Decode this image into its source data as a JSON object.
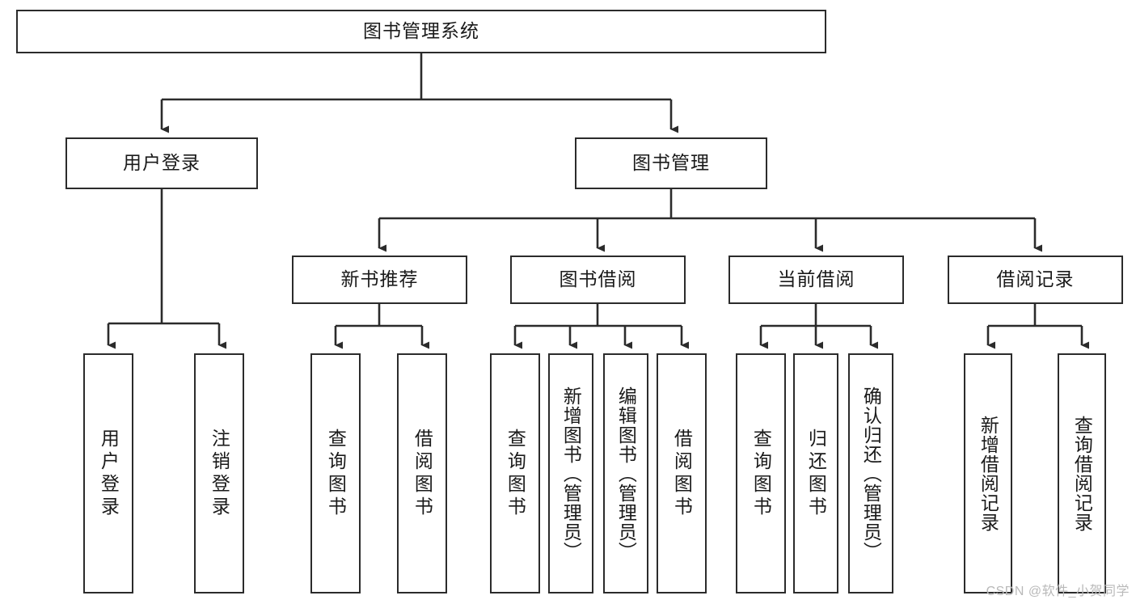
{
  "diagram": {
    "title": "图书管理系统",
    "type": "tree-hierarchy",
    "watermark": "CSDN @软件_小贺同学",
    "root": {
      "label": "图书管理系统"
    },
    "level2": [
      {
        "key": "user-login",
        "label": "用户登录"
      },
      {
        "key": "book-manage",
        "label": "图书管理"
      }
    ],
    "level3": [
      {
        "key": "new-book-recommend",
        "label": "新书推荐",
        "parent": "book-manage"
      },
      {
        "key": "book-borrow",
        "label": "图书借阅",
        "parent": "book-manage"
      },
      {
        "key": "current-borrow",
        "label": "当前借阅",
        "parent": "book-manage"
      },
      {
        "key": "borrow-record",
        "label": "借阅记录",
        "parent": "book-manage"
      }
    ],
    "leaves": {
      "user_login": [
        {
          "key": "leaf-user-login",
          "label": "用户登录"
        },
        {
          "key": "leaf-logout-login",
          "label": "注销登录"
        }
      ],
      "new_book_recommend": [
        {
          "key": "leaf-query-book-1",
          "label": "查询图书"
        },
        {
          "key": "leaf-borrow-book-1",
          "label": "借阅图书"
        }
      ],
      "book_borrow": [
        {
          "key": "leaf-query-book-2",
          "label": "查询图书"
        },
        {
          "key": "leaf-add-book",
          "label": "新增图书（管理员）"
        },
        {
          "key": "leaf-edit-book",
          "label": "编辑图书（管理员）"
        },
        {
          "key": "leaf-borrow-book-2",
          "label": "借阅图书"
        }
      ],
      "current_borrow": [
        {
          "key": "leaf-query-book-3",
          "label": "查询图书"
        },
        {
          "key": "leaf-return-book",
          "label": "归还图书"
        },
        {
          "key": "leaf-confirm-return",
          "label": "确认归还（管理员）"
        }
      ],
      "borrow_record": [
        {
          "key": "leaf-add-record",
          "label": "新增借阅记录"
        },
        {
          "key": "leaf-query-record",
          "label": "查询借阅记录"
        }
      ]
    },
    "colors": {
      "stroke": "#2b2b2b",
      "fill": "#ffffff",
      "text": "#1a1a1a",
      "watermark": "#b9b9b9"
    }
  }
}
